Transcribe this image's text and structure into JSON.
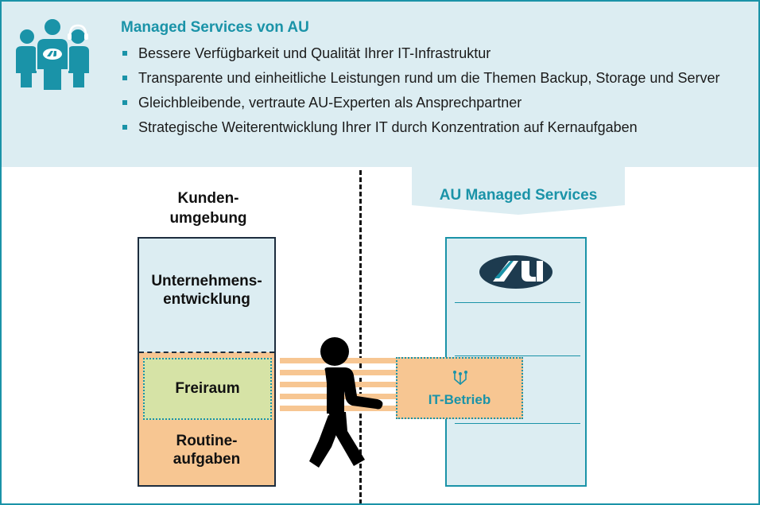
{
  "header": {
    "title": "Managed Services von AU",
    "bullets": [
      "Bessere Verfügbarkeit und Qualität Ihrer IT-Infrastruktur",
      "Transparente und einheitliche Leistungen rund um die Themen Backup, Storage und Server",
      "Gleichbleibende, vertraute AU-Experten als Ansprechpartner",
      "Strategische Weiterentwicklung Ihrer IT durch Konzentration auf Kernaufgaben"
    ],
    "icon": "people-headset-icon"
  },
  "left": {
    "label_line1": "Kunden-",
    "label_line2": "umgebung",
    "top_line1": "Unternehmens-",
    "top_line2": "entwicklung",
    "middle": "Freiraum",
    "bottom_line1": "Routine-",
    "bottom_line2": "aufgaben"
  },
  "right": {
    "banner": "AU Managed Services",
    "logo": "au-logo",
    "task": "IT-Betrieb",
    "task_icon": "network-icon"
  },
  "colors": {
    "teal": "#1a93a8",
    "light_blue": "#dcedf2",
    "orange": "#f7c692",
    "green": "#d6e3a6",
    "navy": "#1d2d3e"
  }
}
